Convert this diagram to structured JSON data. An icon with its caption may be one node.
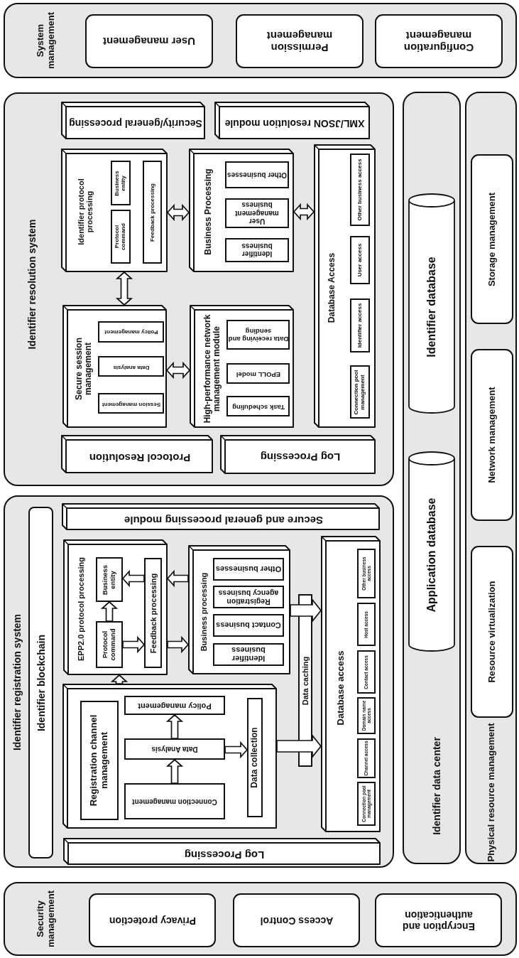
{
  "diagram": {
    "nodes": [
      {
        "text": [
          "System management"
        ]
      },
      {
        "text": [
          "User management"
        ],
        "in": 0
      },
      {
        "text": [
          "Permission management"
        ],
        "in": 0
      },
      {
        "text": [
          "Configuration management"
        ],
        "in": 0
      },
      {
        "text": [
          "Identifier resolution system"
        ]
      },
      {
        "text": [
          "Security/general processing"
        ],
        "in": 4
      },
      {
        "text": [
          "XML/JSON resolution module"
        ],
        "in": 4
      },
      {
        "text": [
          "Identifier protocol processing"
        ],
        "in": 4
      },
      {
        "text": [
          "Business entity"
        ],
        "in": 7
      },
      {
        "text": [
          "Protocol command"
        ],
        "in": 7
      },
      {
        "text": [
          "Feedback processing"
        ],
        "in": 7
      },
      {
        "text": [
          "Business Processing"
        ],
        "in": 4
      },
      {
        "text": [
          "Other businesses"
        ],
        "in": 11
      },
      {
        "text": [
          "User management business"
        ],
        "in": 11
      },
      {
        "text": [
          "Identifier business"
        ],
        "in": 11
      },
      {
        "text": [
          "Database Access"
        ],
        "in": 4
      },
      {
        "text": [
          "Other business access"
        ],
        "in": 15
      },
      {
        "text": [
          "User access"
        ],
        "in": 15
      },
      {
        "text": [
          "Identifier access"
        ],
        "in": 15
      },
      {
        "text": [
          "Connection pool management"
        ],
        "in": 15
      },
      {
        "text": [
          "Secure session management"
        ],
        "in": 4
      },
      {
        "text": [
          "Policy management"
        ],
        "in": 20
      },
      {
        "text": [
          "Data analysis"
        ],
        "in": 20
      },
      {
        "text": [
          "Session management"
        ],
        "in": 20
      },
      {
        "text": [
          "High-performance network management module"
        ],
        "in": 4
      },
      {
        "text": [
          "Data receiving and sending"
        ],
        "in": 24
      },
      {
        "text": [
          "EPOLL model"
        ],
        "in": 24
      },
      {
        "text": [
          "Task scheduling"
        ],
        "in": 24
      },
      {
        "text": [
          "Protocol Resolution"
        ],
        "in": 4
      },
      {
        "text": [
          "Log Processing"
        ],
        "in": 4
      },
      {
        "text": [
          "Identifier registration system"
        ]
      },
      {
        "text": [
          "Identifier blockchain"
        ],
        "in": 30
      },
      {
        "text": [
          "Secure and general processing module"
        ],
        "in": 30
      },
      {
        "text": [
          "EPP2.0 protocol processing"
        ],
        "in": 30
      },
      {
        "text": [
          "Business entity"
        ],
        "in": 33
      },
      {
        "text": [
          "Protocol command"
        ],
        "in": 33
      },
      {
        "text": [
          "Feedback processing"
        ],
        "in": 33
      },
      {
        "text": [
          "Business processing"
        ],
        "in": 30
      },
      {
        "text": [
          "Other businesses"
        ],
        "in": 37
      },
      {
        "text": [
          "Registration agency business"
        ],
        "in": 37
      },
      {
        "text": [
          "Contact business"
        ],
        "in": 37
      },
      {
        "text": [
          "Identifier business"
        ],
        "in": 37
      },
      {
        "text": [
          "Data caching"
        ],
        "in": 30
      },
      {
        "text": [
          "Database access"
        ],
        "in": 30
      },
      {
        "text": [
          "Other business access"
        ],
        "in": 43
      },
      {
        "text": [
          "Host access"
        ],
        "in": 43
      },
      {
        "text": [
          "Contact access"
        ],
        "in": 43
      },
      {
        "text": [
          "Domain name access"
        ],
        "in": 43
      },
      {
        "text": [
          "Channel access"
        ],
        "in": 43
      },
      {
        "text": [
          "Connection pool management"
        ],
        "in": 43
      },
      {
        "text": [],
        "shape": "box",
        "in": 30
      },
      {
        "text": [
          "Registration channel management"
        ],
        "in": 50
      },
      {
        "text": [
          "Policy management"
        ],
        "in": 50
      },
      {
        "text": [
          "Data Analysis"
        ],
        "in": 50
      },
      {
        "text": [
          "Connection management"
        ],
        "in": 50
      },
      {
        "text": [
          "Data collection"
        ],
        "in": 50
      },
      {
        "text": [
          "Log Processing"
        ],
        "in": 30
      },
      {
        "text": [
          "Security management"
        ]
      },
      {
        "text": [
          "Privacy protection"
        ],
        "in": 57
      },
      {
        "text": [
          "Access Control"
        ],
        "in": 57
      },
      {
        "text": [
          "Encryption and authentication"
        ],
        "in": 57
      },
      {
        "text": [
          "Identifier data center"
        ]
      },
      {
        "text": [
          "Identifier database"
        ],
        "in": 61
      },
      {
        "text": [
          "Application database"
        ],
        "in": 61
      },
      {
        "text": [
          "Physical resource management"
        ]
      },
      {
        "text": [
          "Storage management"
        ],
        "in": 64
      },
      {
        "text": [
          "Network management"
        ],
        "in": 64
      },
      {
        "text": [
          "Resource virtualization"
        ],
        "in": 64
      }
    ],
    "edges": [
      {
        "from": 7,
        "to": 11,
        "arrow": "both"
      },
      {
        "from": 11,
        "to": 15,
        "arrow": "both"
      },
      {
        "from": 7,
        "to": 20,
        "arrow": "both"
      },
      {
        "from": 20,
        "to": 24,
        "arrow": "both"
      },
      {
        "from": 35,
        "to": 34,
        "arrow": "to"
      },
      {
        "from": 35,
        "to": 36,
        "arrow": "to"
      },
      {
        "from": 36,
        "to": 34,
        "arrow": "to"
      },
      {
        "from": 37,
        "to": 33,
        "arrow": "to"
      },
      {
        "from": 33,
        "to": 37,
        "arrow": "to"
      },
      {
        "from": 37,
        "to": 43,
        "arrow": "to",
        "style": "thick"
      },
      {
        "from": 50,
        "to": 33,
        "arrow": "to"
      },
      {
        "from": 54,
        "to": 53,
        "arrow": "to"
      },
      {
        "from": 53,
        "to": 52,
        "arrow": "to"
      },
      {
        "from": 53,
        "to": 55,
        "arrow": "to"
      },
      {
        "from": 50,
        "to": 43,
        "arrow": "to",
        "style": "thick"
      }
    ]
  }
}
